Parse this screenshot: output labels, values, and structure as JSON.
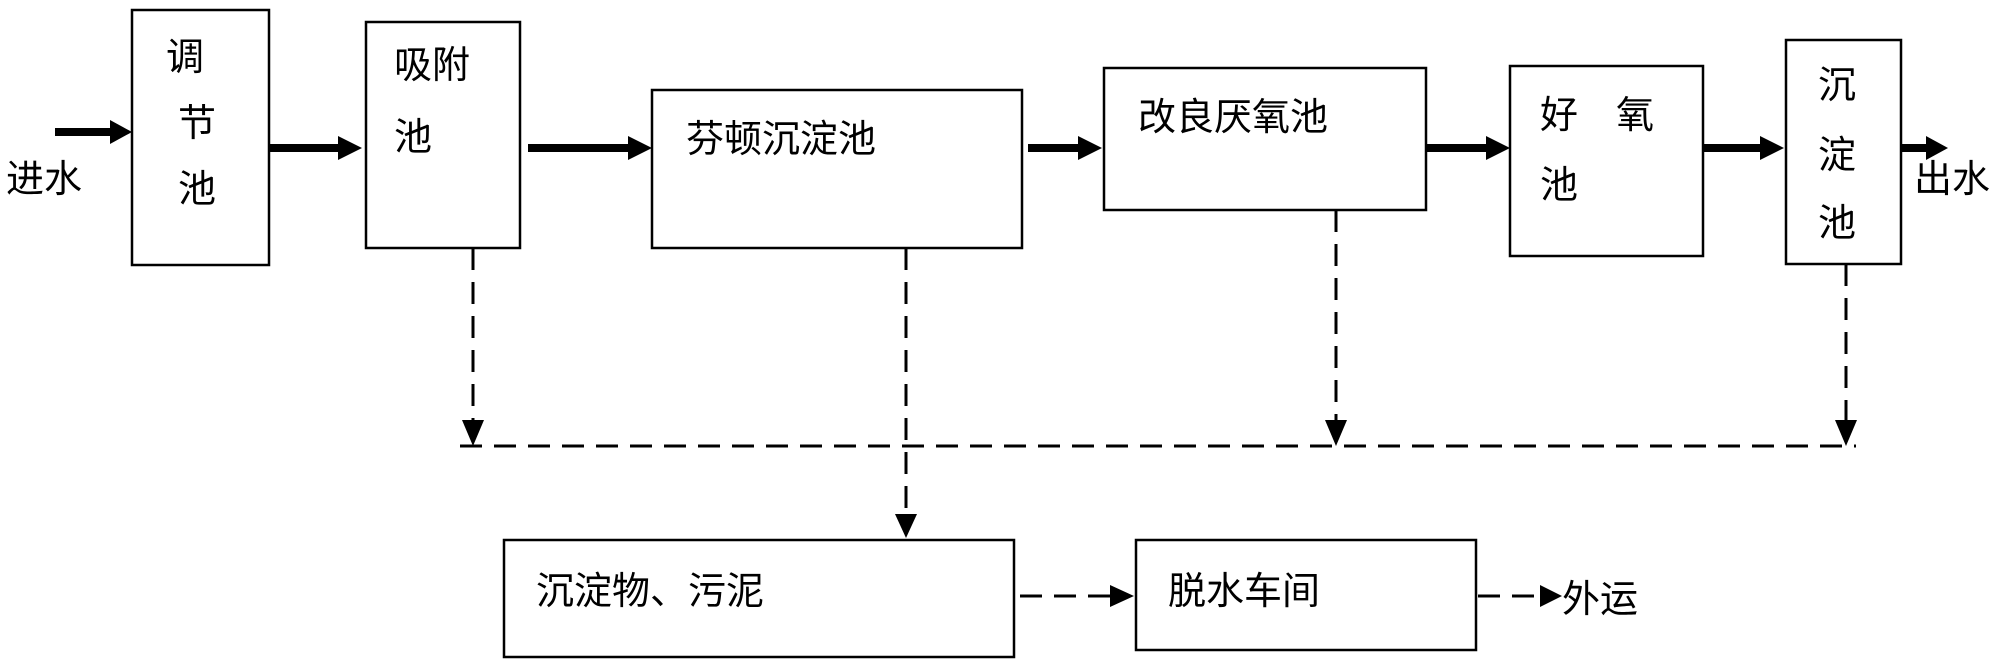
{
  "nodes": {
    "tiaojie": {
      "lines": [
        "调",
        "节",
        "池"
      ]
    },
    "xifu": {
      "lines": [
        "吸附",
        "池"
      ]
    },
    "fendun": {
      "label": "芬顿沉淀池"
    },
    "gailiang": {
      "label": "改良厌氧池"
    },
    "haoyang": {
      "lines": [
        "好　氧",
        "池"
      ]
    },
    "chendian": {
      "lines": [
        "沉",
        "淀",
        "池"
      ]
    },
    "sludge": {
      "label": "沉淀物、污泥"
    },
    "dewater": {
      "label": "脱水车间"
    }
  },
  "labels": {
    "inflow": "进水",
    "outflow": "出水",
    "transport": "外运"
  }
}
